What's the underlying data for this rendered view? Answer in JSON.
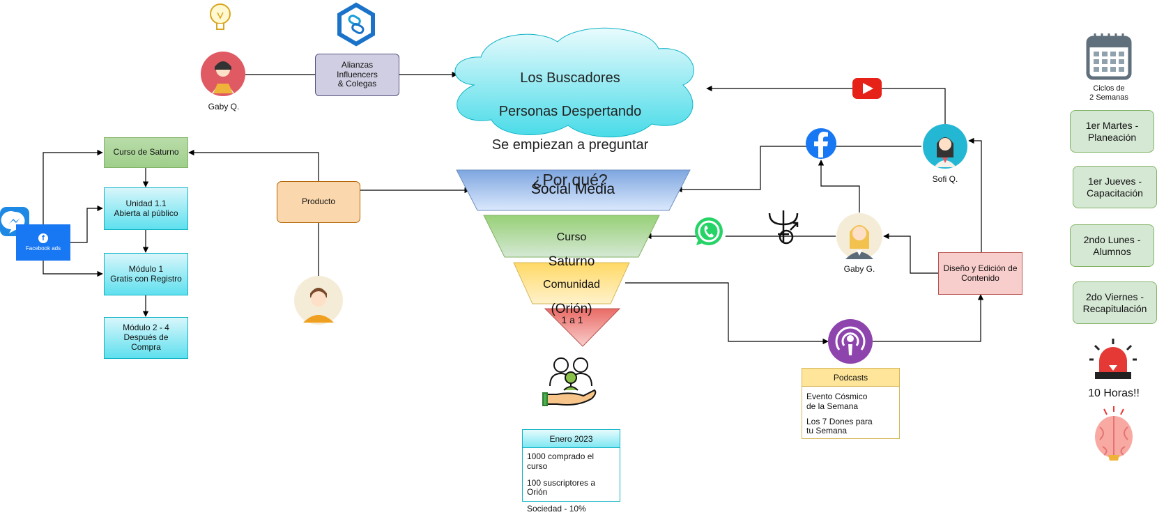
{
  "cloud": {
    "line1": "Los Buscadores",
    "line2": "Personas Despertando",
    "line3": "Se empiezan a preguntar",
    "line4": "¿Por qué?"
  },
  "funnel": {
    "social_media": "Social Media",
    "curso_line1": "Curso",
    "curso_line2": "Saturno",
    "comunidad_line1": "Comunidad",
    "comunidad_line2": "(Orión)",
    "one_on_one": "1 a 1"
  },
  "people": {
    "gaby_q": "Gaby Q.",
    "sofi_q": "Sofi Q.",
    "gaby_g": "Gaby G."
  },
  "nodes": {
    "alianzas": "Alianzas\nInfluencers\n& Colegas",
    "producto": "Producto",
    "curso_saturno": "Curso de Saturno",
    "unidad": "Unidad 1.1\nAbierta al público",
    "modulo1": "Módulo 1\nGratis con Registro",
    "modulo2": "Módulo 2 - 4\nDespués de\nCompra",
    "diseno": "Diseño y Edición de\nContenido",
    "facebook_ads": "Facebook ads"
  },
  "podcasts": {
    "title": "Podcasts",
    "items": [
      "Evento Cósmico\nde la Semana",
      "Los 7 Dones para\ntu Semana"
    ]
  },
  "goals": {
    "title": "Enero 2023",
    "items": [
      "1000 comprado el curso",
      "100 suscriptores a Orión",
      "Sociedad - 10%"
    ]
  },
  "calendar": {
    "caption": "Ciclos de\n2 Semanas",
    "cycles": [
      "1er Martes -\nPlaneación",
      "1er Jueves -\nCapacitación",
      "2ndo Lunes -\nAlumnos",
      "2do Viernes -\nRecapitulación"
    ]
  },
  "alert": {
    "text": "10 Horas!!"
  }
}
